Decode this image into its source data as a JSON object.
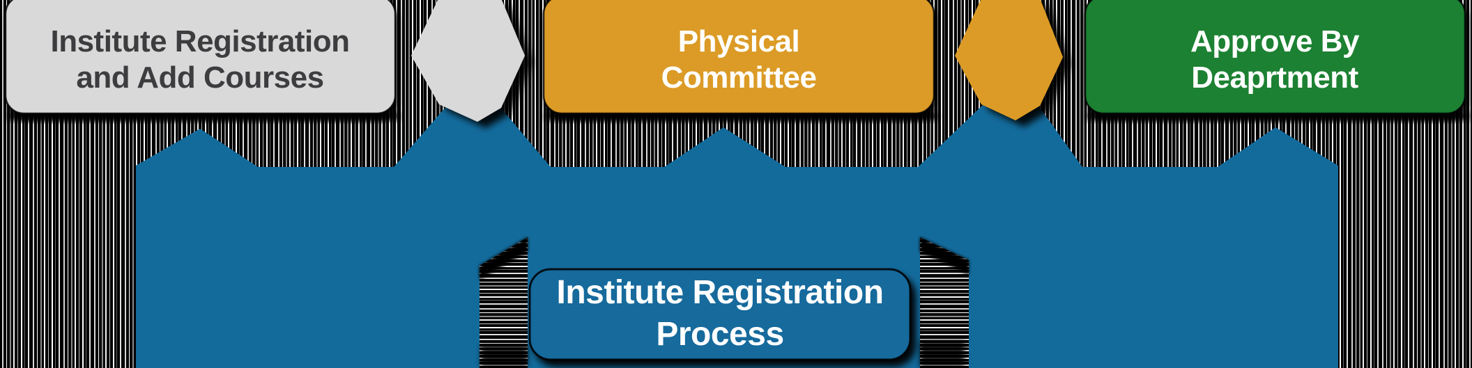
{
  "diagram": {
    "type": "process-banner-ribbon",
    "colors": {
      "banner_blue": "#136b9c",
      "step_gray": "#d9d9d9",
      "step_orange": "#db9b25",
      "step_green": "#1a8132",
      "dark_text": "#3d3e40",
      "light_text": "#ffffff"
    },
    "steps": [
      {
        "id": "institute-registration-and-add-courses",
        "line1": "Institute Registration",
        "line2": "and Add Courses"
      },
      {
        "id": "physical-committee",
        "line1": "Physical",
        "line2": "Committee"
      },
      {
        "id": "approve-by-department",
        "line1": "Approve By",
        "line2": "Deaprtment"
      }
    ],
    "connectors": [
      {
        "id": "chevron-1",
        "between": "institute-registration-and-add-courses / physical-committee"
      },
      {
        "id": "chevron-2",
        "between": "physical-committee / approve-by-department"
      }
    ],
    "banner_label": {
      "line1": "Institute Registration",
      "line2": "Process"
    }
  }
}
